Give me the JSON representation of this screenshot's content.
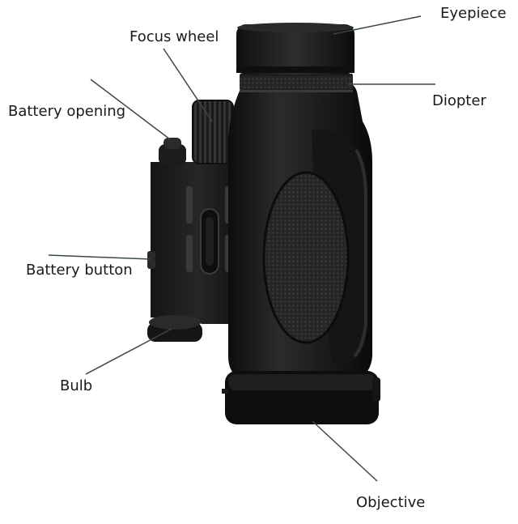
{
  "labels": {
    "eyepiece": "Eyepiece",
    "focus_wheel": "Focus wheel",
    "battery_opening": "Battery opening",
    "diopter": "Diopter",
    "battery_button": "Battery button",
    "bulb": "Bulb",
    "objective": "Objective"
  },
  "colors": {
    "body": "#1b1b1b",
    "leader_line": "#3a4a3a",
    "label_text": "#1a1a1a",
    "diopter_ring": "#e8e8e8"
  }
}
